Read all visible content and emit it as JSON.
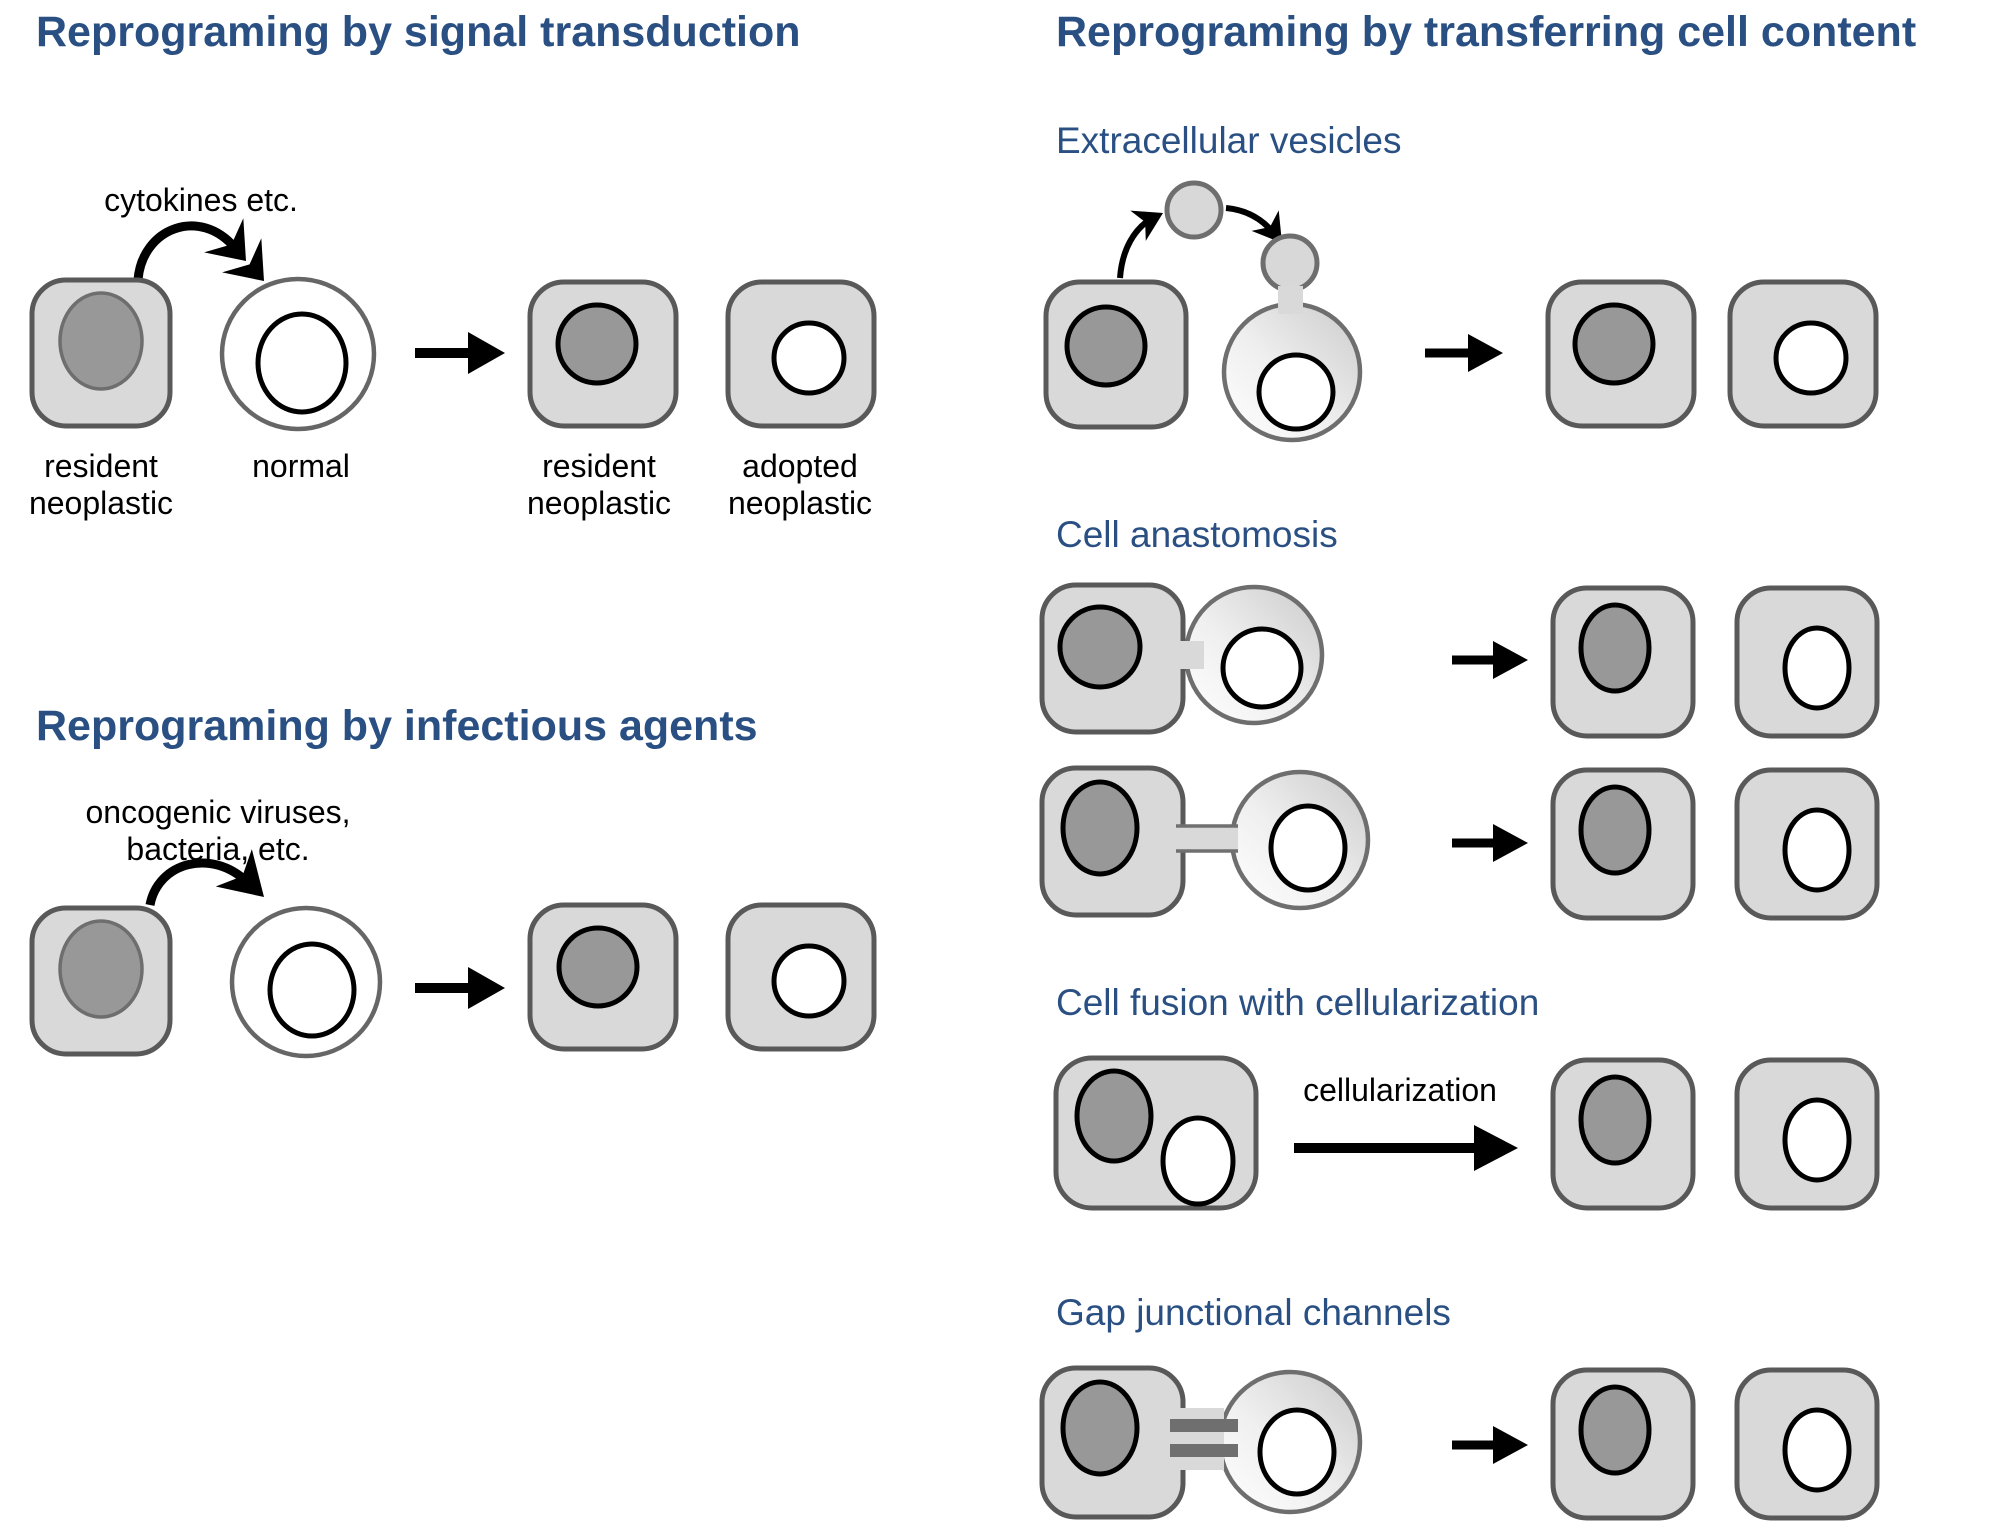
{
  "left_column": {
    "section_signal": {
      "title": "Reprograming by signal transduction",
      "arrow_label": "cytokines etc.",
      "cell_labels": {
        "source": "resident\nneoplastic",
        "partner": "normal",
        "result_left": "resident\nneoplastic",
        "result_right": "adopted\nneoplastic"
      }
    },
    "section_infectious": {
      "title": "Reprograming by infectious agents",
      "arrow_label": "oncogenic viruses,\nbacteria, etc."
    }
  },
  "right_column": {
    "title": "Reprograming by transferring cell content",
    "section_vesicles": {
      "title": "Extracellular vesicles"
    },
    "section_anastomosis": {
      "title": "Cell anastomosis"
    },
    "section_fusion": {
      "title": "Cell fusion with cellularization",
      "arrow_label": "cellularization"
    },
    "section_gap": {
      "title": "Gap junctional channels"
    }
  },
  "legend_semantics": {
    "dark_nucleus": "neoplastic cell nucleus",
    "white_nucleus": "normal cell nucleus"
  },
  "colors": {
    "heading": "#2A5083",
    "cell_fill": "#D9D9D9",
    "cell_border": "#595959",
    "nucleus_dark": "#989898",
    "text": "#000000",
    "background": "#FFFFFF"
  }
}
